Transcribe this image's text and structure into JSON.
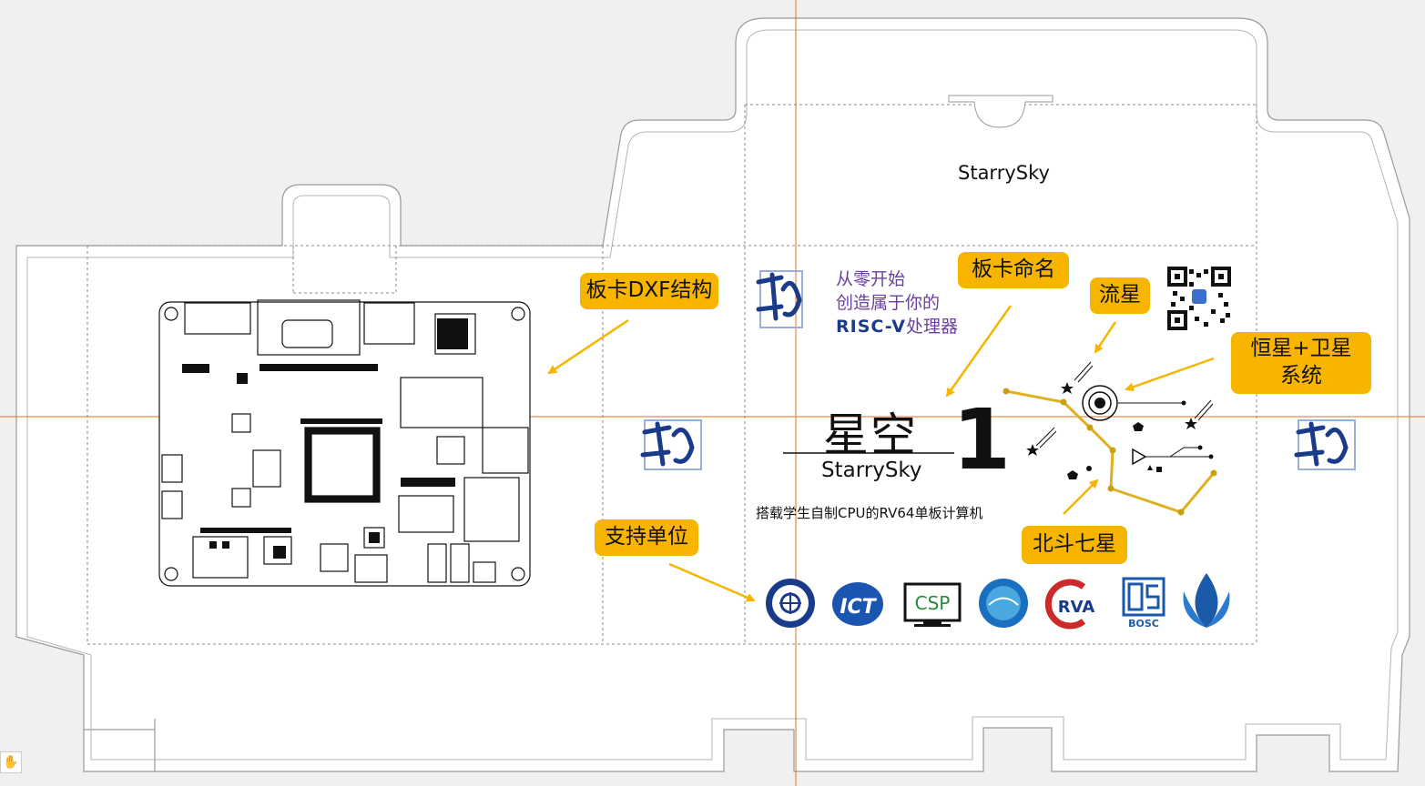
{
  "top_panel": {
    "brand_name": "StarrySky"
  },
  "slogan": {
    "line1": "从零开始",
    "line2": "创造属于你的",
    "line3_risc": "RISC-V",
    "line3_rest": "处理器"
  },
  "product": {
    "name_cn": "星空",
    "name_en": "StarrySky",
    "number": "1",
    "tagline": "搭载学生自制CPU的RV64单板计算机"
  },
  "callouts": {
    "board_dxf": "板卡DXF结构",
    "board_naming": "板卡命名",
    "meteor": "流星",
    "star_satellite_line1": "恒星+卫星",
    "star_satellite_line2": "系统",
    "support_units": "支持单位",
    "big_dipper": "北斗七星"
  },
  "sponsor_logos": [
    {
      "icon": "ucas-seal-icon",
      "text": ""
    },
    {
      "icon": "ict-logo-icon",
      "text": "ICT"
    },
    {
      "icon": "csp-monitor-icon",
      "text": "CSP"
    },
    {
      "icon": "pengcheng-lab-icon",
      "text": ""
    },
    {
      "icon": "crva-logo-icon",
      "text": "RVA"
    },
    {
      "icon": "bosc-logo-icon",
      "text": "BOSC"
    },
    {
      "icon": "lotus-logo-icon",
      "text": ""
    }
  ],
  "colors": {
    "callout": "#f7b500",
    "arrow": "#f7b500",
    "guide_line": "#e07020",
    "slogan_purple": "#6a3fa0",
    "logo_blue": "#1a3a8a",
    "dieline": "#9a9a9a"
  }
}
